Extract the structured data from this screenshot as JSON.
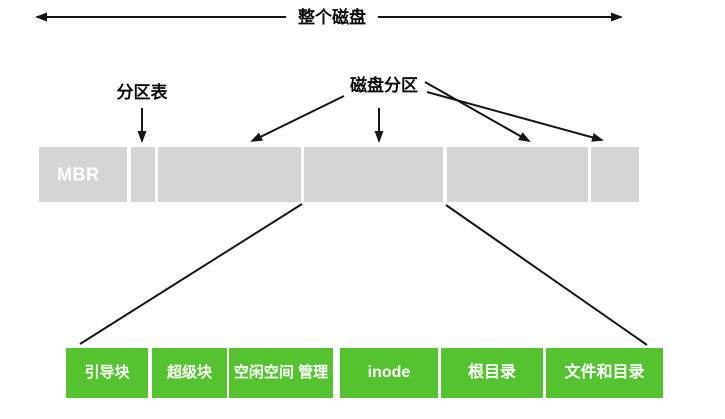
{
  "title_arrow": {
    "label": "整个磁盘"
  },
  "labels": {
    "partition_table": "分区表",
    "disk_partition": "磁盘分区"
  },
  "disk_bar": {
    "mbr_label": "MBR"
  },
  "fs_bar": {
    "segments": [
      {
        "label": "引导块"
      },
      {
        "label": "超级块"
      },
      {
        "label": "空闲空间 管理"
      },
      {
        "label": "inode"
      },
      {
        "label": "根目录"
      },
      {
        "label": "文件和目录"
      }
    ]
  },
  "colors": {
    "bar_gray": "#d5d5d5",
    "bar_green": "#54c32f",
    "line_black": "#161616"
  }
}
